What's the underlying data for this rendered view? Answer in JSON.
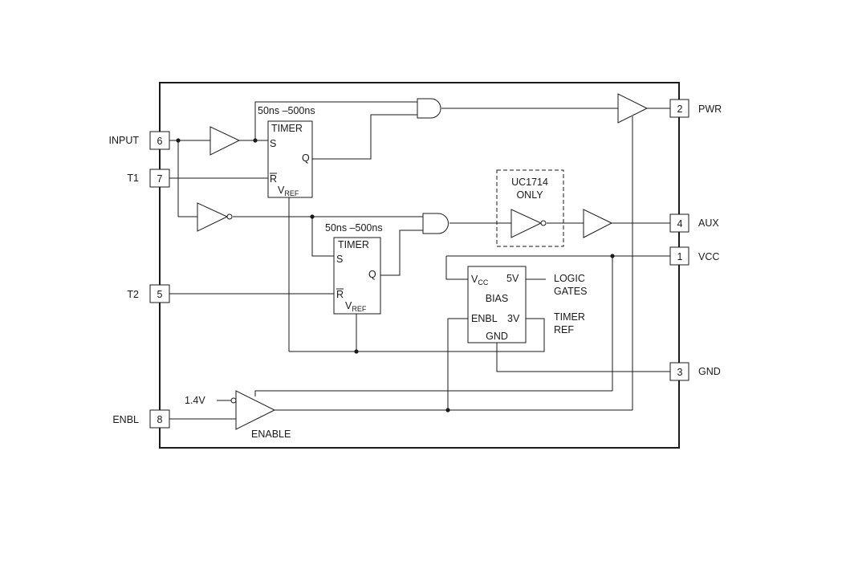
{
  "pins": {
    "input": {
      "num": "6",
      "label": "INPUT"
    },
    "t1": {
      "num": "7",
      "label": "T1"
    },
    "t2": {
      "num": "5",
      "label": "T2"
    },
    "enbl": {
      "num": "8",
      "label": "ENBL"
    },
    "pwr": {
      "num": "2",
      "label": "PWR"
    },
    "aux": {
      "num": "4",
      "label": "AUX"
    },
    "vcc": {
      "num": "1",
      "label": "VCC"
    },
    "gnd": {
      "num": "3",
      "label": "GND"
    }
  },
  "timer1": {
    "delay": "50ns –500ns",
    "title": "TIMER",
    "s": "S",
    "q": "Q",
    "r": "R",
    "vref_main": "V",
    "vref_sub": "REF"
  },
  "timer2": {
    "delay": "50ns –500ns",
    "title": "TIMER",
    "s": "S",
    "q": "Q",
    "r": "R",
    "vref_main": "V",
    "vref_sub": "REF"
  },
  "option_box": {
    "line1": "UC1714",
    "line2": "ONLY"
  },
  "bias": {
    "vcc_main": "V",
    "vcc_sub": "CC",
    "v5": "5V",
    "title": "BIAS",
    "enbl": "ENBL",
    "v3": "3V",
    "gnd": "GND"
  },
  "logic_gates": {
    "line1": "LOGIC",
    "line2": "GATES"
  },
  "timer_ref": {
    "line1": "TIMER",
    "line2": "REF"
  },
  "enable": {
    "threshold": "1.4V",
    "label": "ENABLE"
  }
}
